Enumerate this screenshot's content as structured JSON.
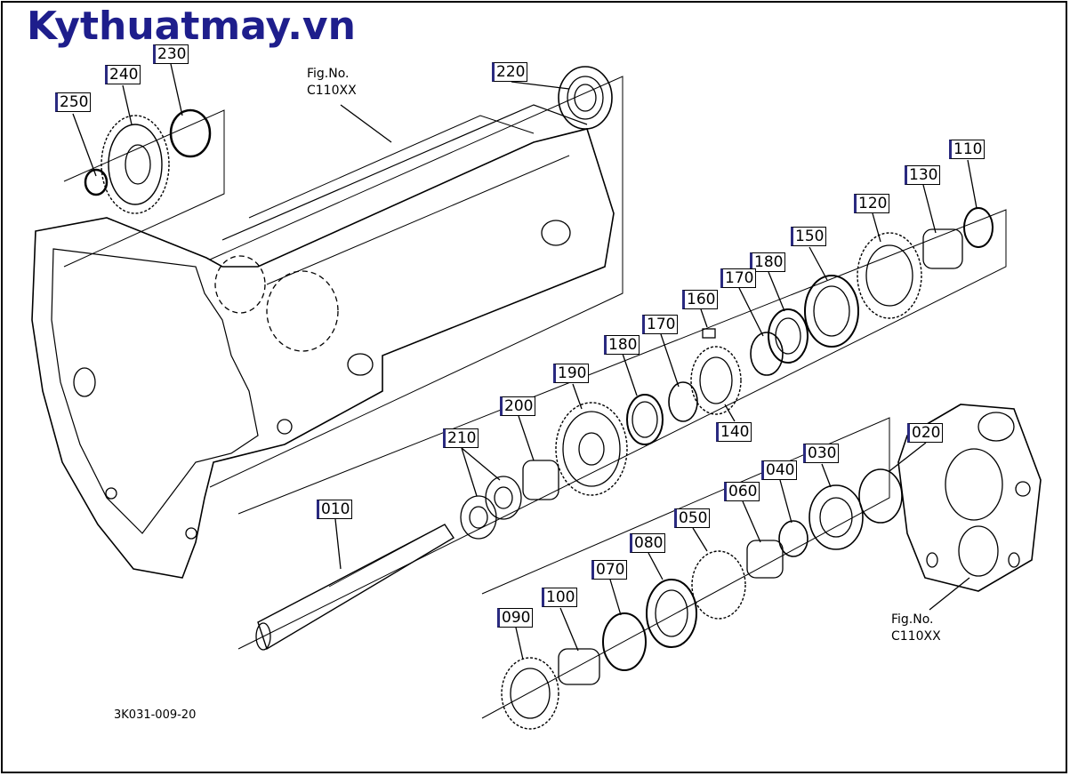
{
  "watermark": "Kythuatmay.vn",
  "drawing_code": "3K031-009-20",
  "fig_refs": [
    {
      "line1": "Fig.No.",
      "line2": "C110XX"
    },
    {
      "line1": "Fig.No.",
      "line2": "C110XX"
    }
  ],
  "callouts": {
    "c250": "250",
    "c240": "240",
    "c230": "230",
    "c220": "220",
    "c110": "110",
    "c130": "130",
    "c120": "120",
    "c150": "150",
    "c180a": "180",
    "c170a": "170",
    "c160": "160",
    "c170b": "170",
    "c180b": "180",
    "c190": "190",
    "c140": "140",
    "c200": "200",
    "c210": "210",
    "c010": "010",
    "c020": "020",
    "c030": "030",
    "c040": "040",
    "c060": "060",
    "c050": "050",
    "c080": "080",
    "c070": "070",
    "c100": "100",
    "c090": "090"
  }
}
